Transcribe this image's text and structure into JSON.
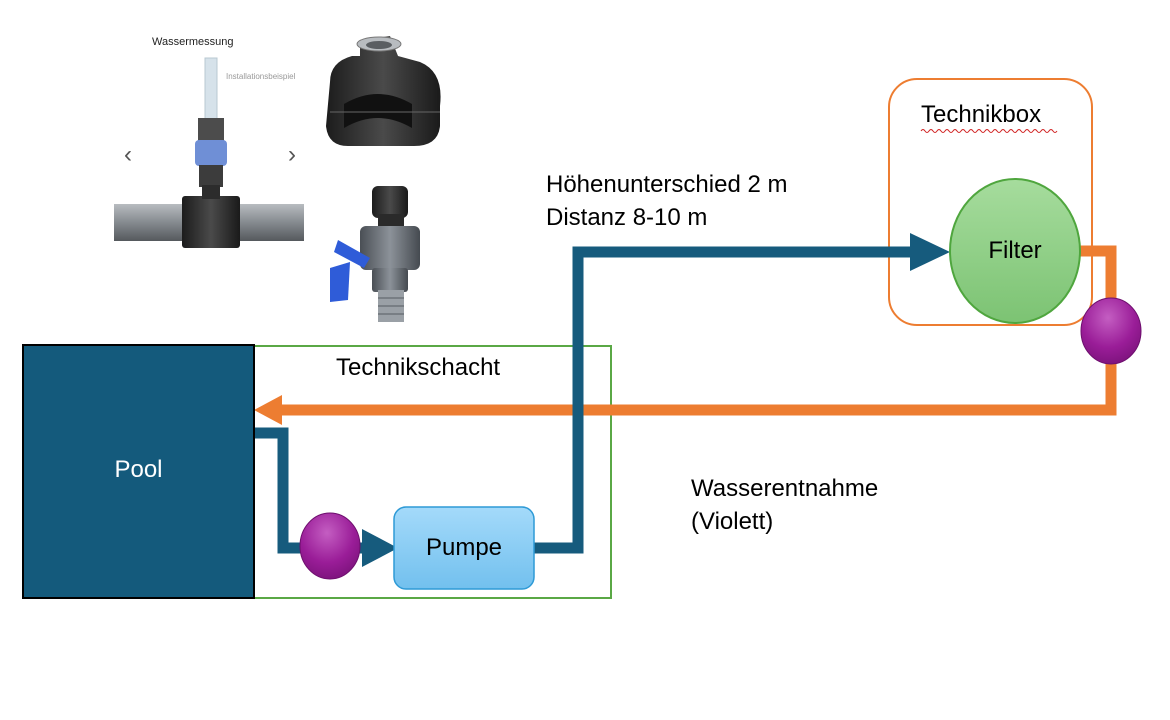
{
  "photos": {
    "caption": "Wassermessung",
    "subcaption": "Installationsbeispiel",
    "prev_glyph": "‹",
    "next_glyph": "›"
  },
  "labels": {
    "technikbox": "Technikbox",
    "technikschacht": "Technikschacht",
    "height_difference": "Höhenunterschied 2 m",
    "distance": "Distanz 8-10 m",
    "water_extraction_line1": "Wasserentnahme",
    "water_extraction_line2": "(Violett)"
  },
  "nodes": {
    "pool": "Pool",
    "pump": "Pumpe",
    "filter": "Filter"
  },
  "colors": {
    "pool": "#145a7c",
    "pipe_blue": "#165b7d",
    "pipe_orange": "#ed7d31",
    "valve": "#9b1f9a",
    "filter_green": "#8fce85",
    "pump_blue": "#8ecff4",
    "technikschacht_border": "#5aa845",
    "technikbox_border": "#ed7d31"
  }
}
